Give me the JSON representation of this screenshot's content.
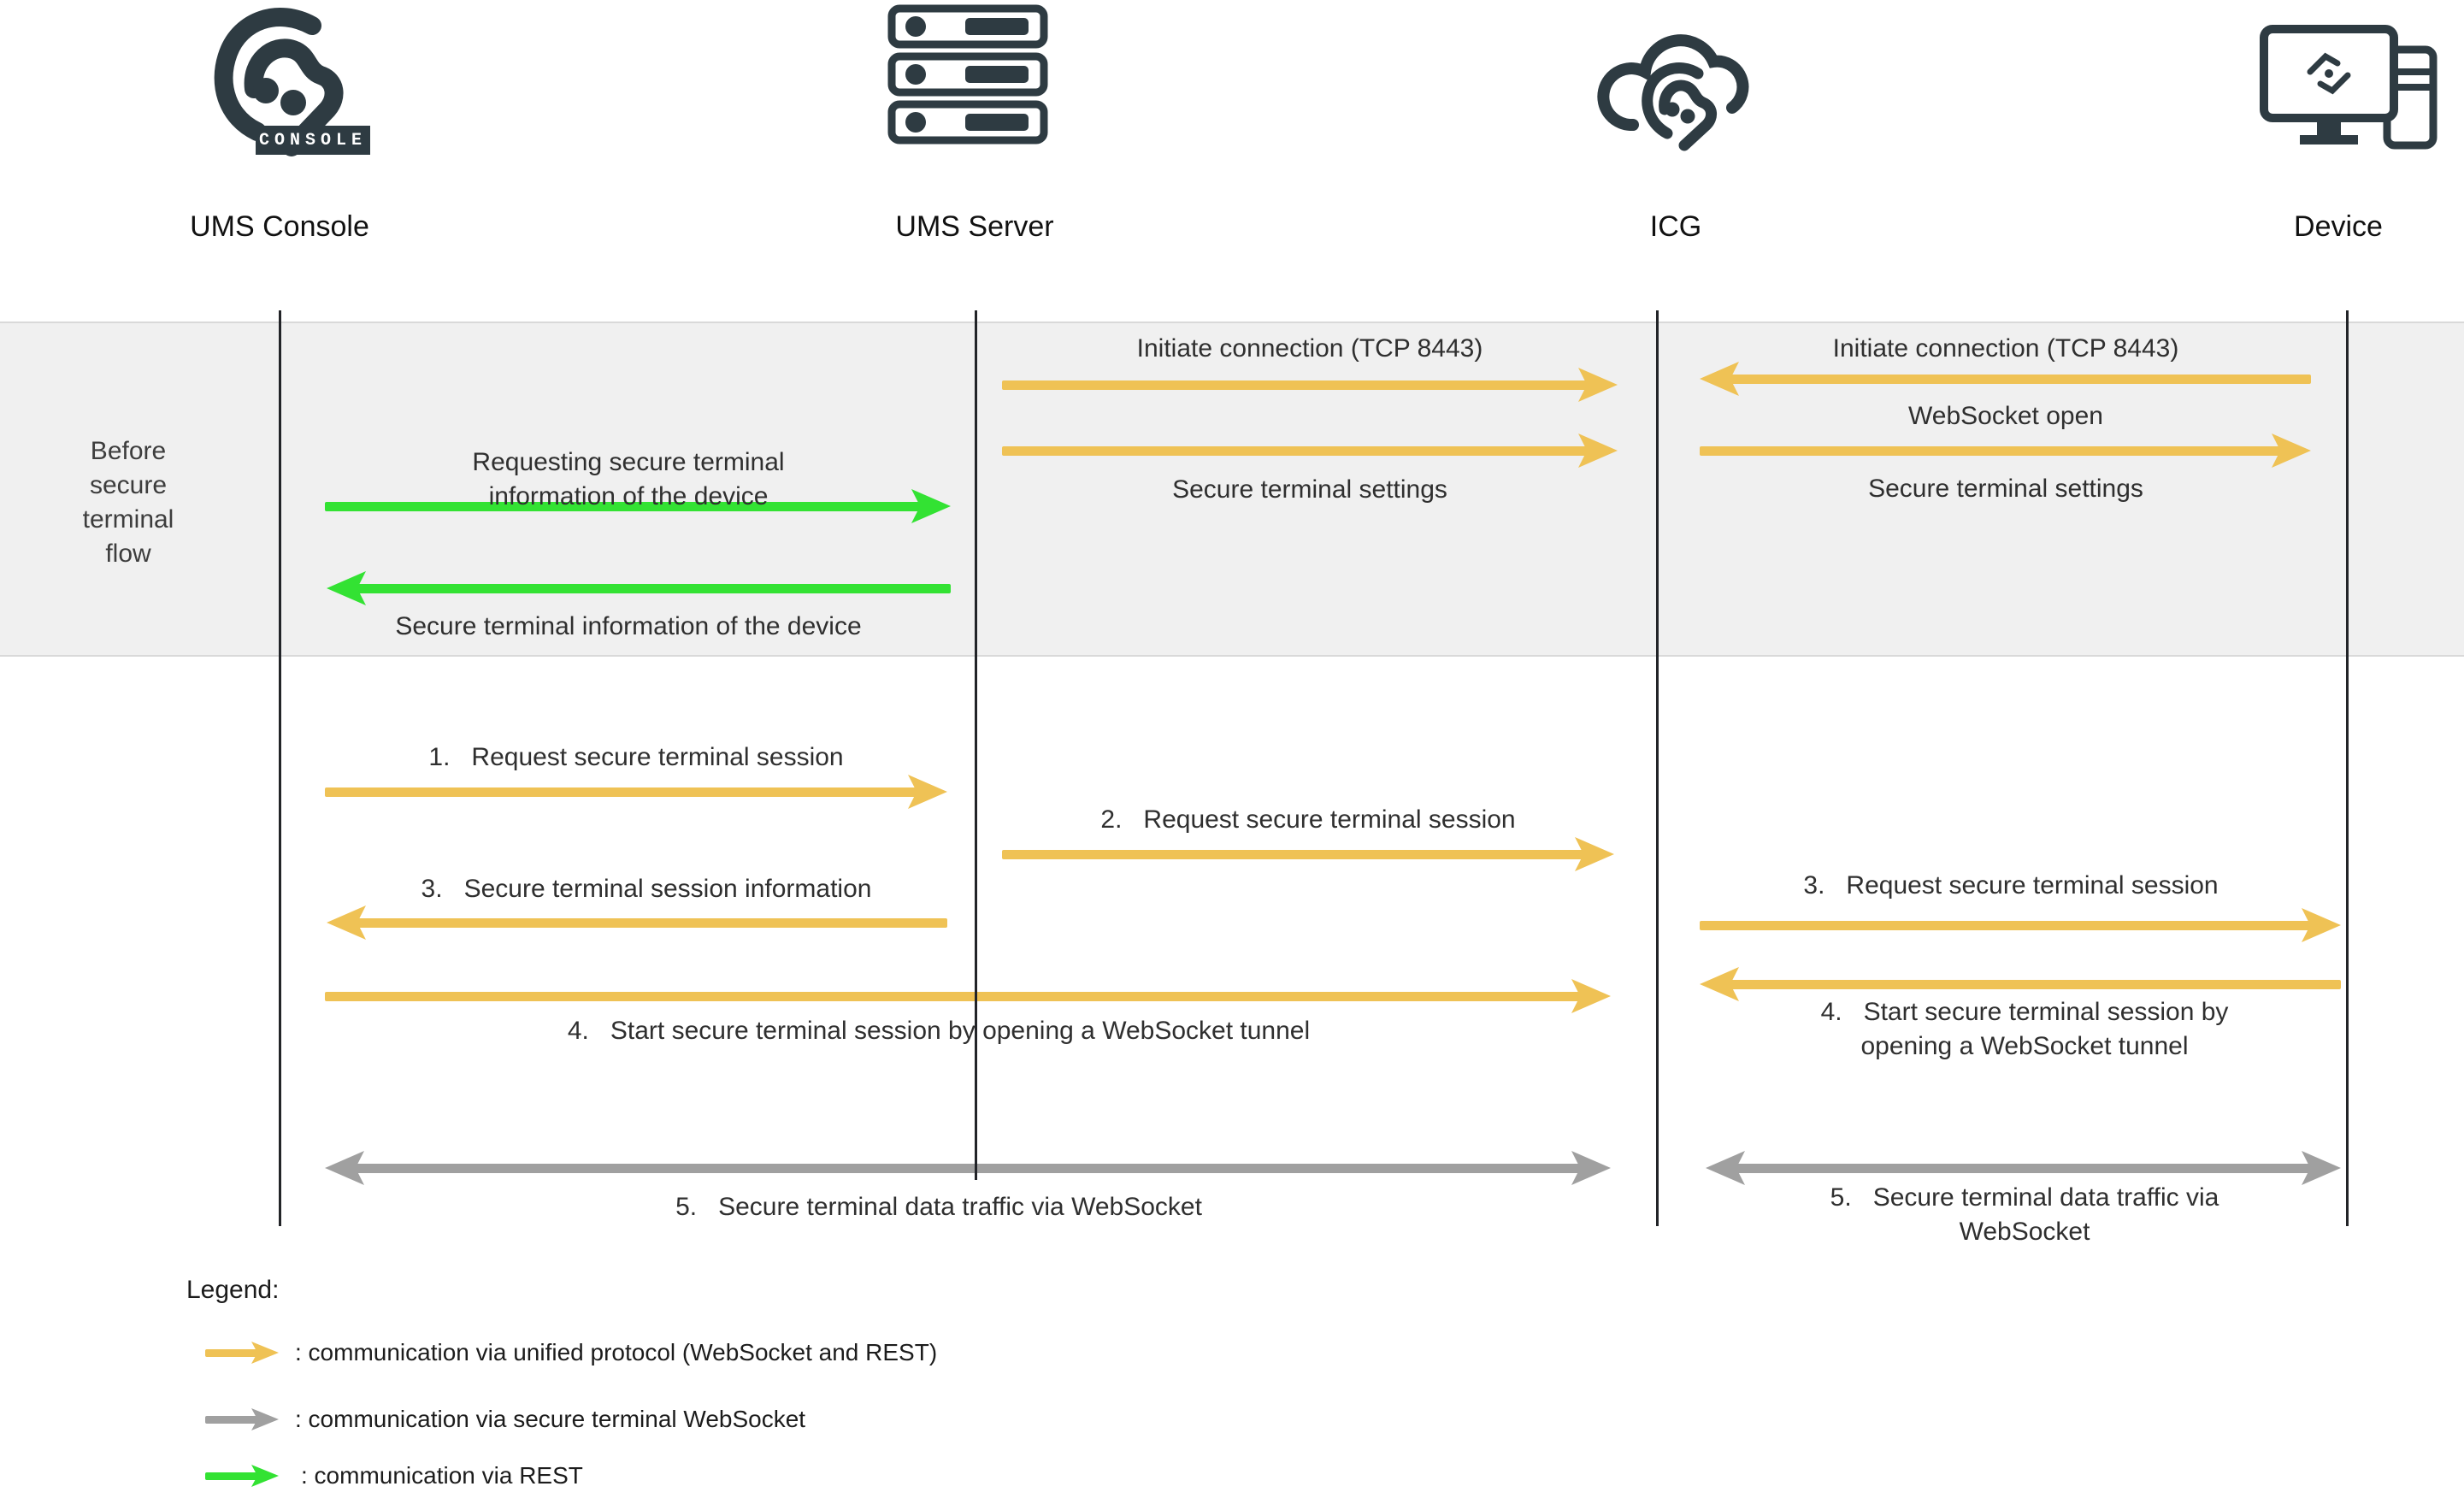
{
  "diagram_title": "Secure terminal communication flow (UMS / ICG)",
  "colors": {
    "unified_protocol_yellow": "#efc255",
    "secure_terminal_gray": "#a0a0a0",
    "rest_green": "#33e233",
    "icon_dark": "#2e3b42",
    "band_background": "#f0f0f0"
  },
  "actors": [
    {
      "label": "UMS Console",
      "badge": "CONSOLE"
    },
    {
      "label": "UMS Server"
    },
    {
      "label": "ICG"
    },
    {
      "label": "Device"
    }
  ],
  "phase_band": {
    "label": "Before\nsecure\nterminal\nflow"
  },
  "band_messages": [
    {
      "label": "Requesting secure terminal\ninformation of the device"
    },
    {
      "label": "Secure terminal information of the device"
    },
    {
      "label": "Initiate connection (TCP 8443)"
    },
    {
      "label": "Secure terminal settings"
    },
    {
      "label": "Initiate connection (TCP 8443)"
    },
    {
      "label": "WebSocket open"
    },
    {
      "label": "Secure terminal settings"
    }
  ],
  "flow_messages": [
    {
      "label": "1.   Request secure terminal session"
    },
    {
      "label": "2.   Request secure terminal session"
    },
    {
      "label": "3.   Secure terminal session information"
    },
    {
      "label": "3.   Request secure terminal session"
    },
    {
      "label": "4.   Start secure terminal session by opening a WebSocket tunnel"
    },
    {
      "label": "4.   Start secure terminal session by\nopening a WebSocket tunnel"
    },
    {
      "label": "5.   Secure terminal data traffic via WebSocket"
    },
    {
      "label": "5.   Secure terminal data traffic via\nWebSocket"
    }
  ],
  "legend": {
    "title": "Legend:",
    "items": [
      {
        "swatch": "yellow-arrow",
        "label": ": communication via unified protocol (WebSocket and REST)"
      },
      {
        "swatch": "gray-arrow",
        "label": ": communication via secure terminal WebSocket"
      },
      {
        "swatch": "green-arrow",
        "label": ": communication via REST"
      }
    ]
  }
}
